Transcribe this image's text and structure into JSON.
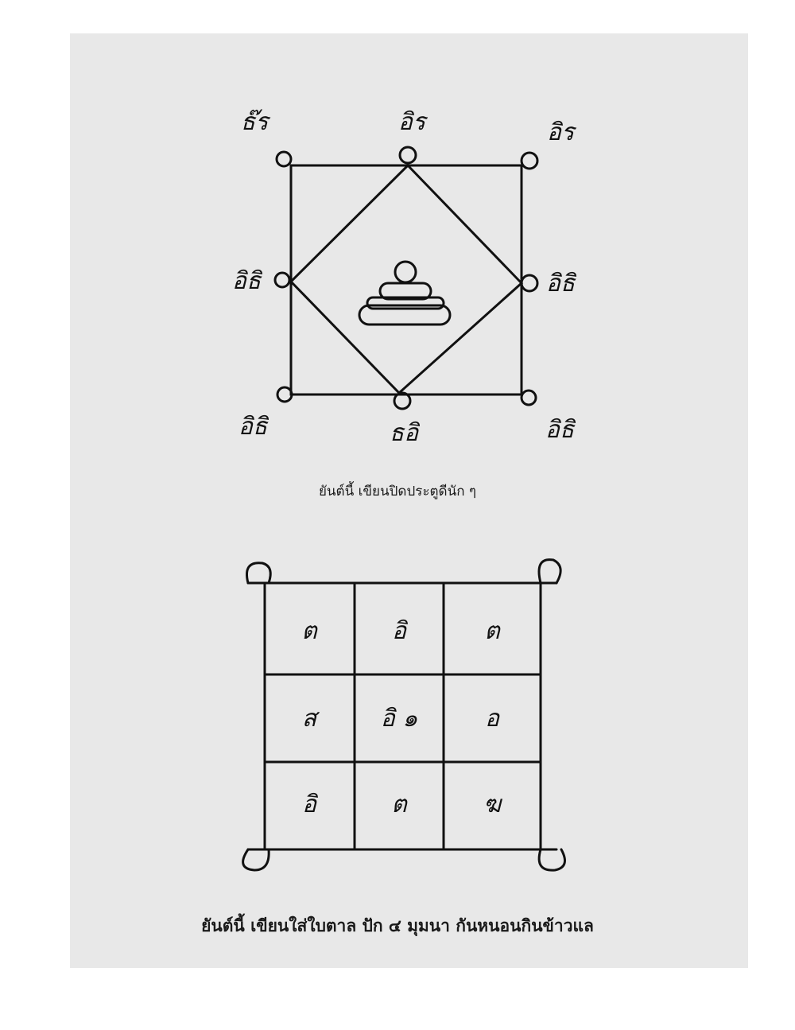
{
  "yantra_top": {
    "caption": "ยันต์นี้  เขียนปิดประตูดีนัก ๆ",
    "corner_glyphs": {
      "top_left": "ธ๊ร",
      "top": "อิร",
      "top_right": "อิร",
      "left": "อิธิ",
      "right": "อิธิ",
      "bottom_left": "อิธิ",
      "bottom": "ธอิ",
      "bottom_right": "อิธิ"
    }
  },
  "yantra_bottom": {
    "caption": "ยันต์นี้  เขียนใส่ใบตาล  ปัก ๔ มุมนา  กันหนอนกินข้าวแล",
    "grid": [
      [
        "ต",
        "อิ",
        "ต"
      ],
      [
        "ส",
        "อิ ๑",
        "อ"
      ],
      [
        "อิ",
        "ต",
        "ฆ"
      ]
    ]
  }
}
